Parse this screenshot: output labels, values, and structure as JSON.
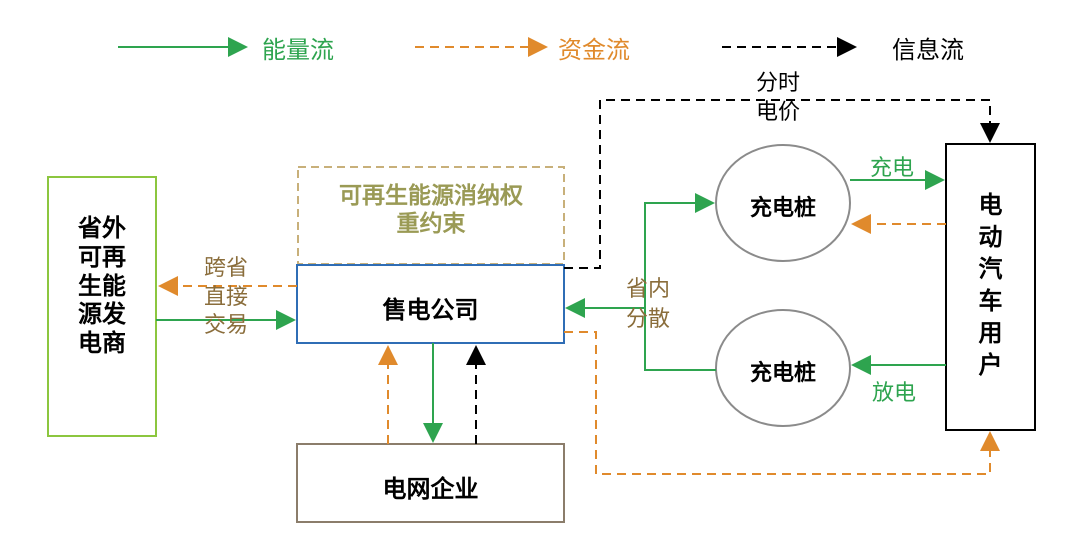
{
  "legend": {
    "energy": "能量流",
    "money": "资金流",
    "info": "信息流"
  },
  "nodes": {
    "outer_provider": "省外\n可再\n生能\n源发\n电商",
    "constraint": "可再生能源消纳权\n重约束",
    "retailer": "售电公司",
    "grid": "电网企业",
    "charger_top": "充电桩",
    "charger_bottom": "充电桩",
    "ev_user": "电\n动\n汽\n车\n用\n户"
  },
  "edge_labels": {
    "cross_province": "跨省\n直接\n交易",
    "tou_price": "分时\n电价",
    "distributed": "省内\n分散",
    "charge": "充电",
    "discharge": "放电"
  },
  "colors": {
    "energy": "#2ea44f",
    "money": "#e08a2c",
    "info": "#000000",
    "outer_border": "#8cc63f",
    "retailer_border": "#2f6db5",
    "grid_border": "#8b7d6b",
    "constraint_border": "#c8b07a",
    "constraint_text": "#9a9a55",
    "label_text": "#8a6d3b"
  }
}
